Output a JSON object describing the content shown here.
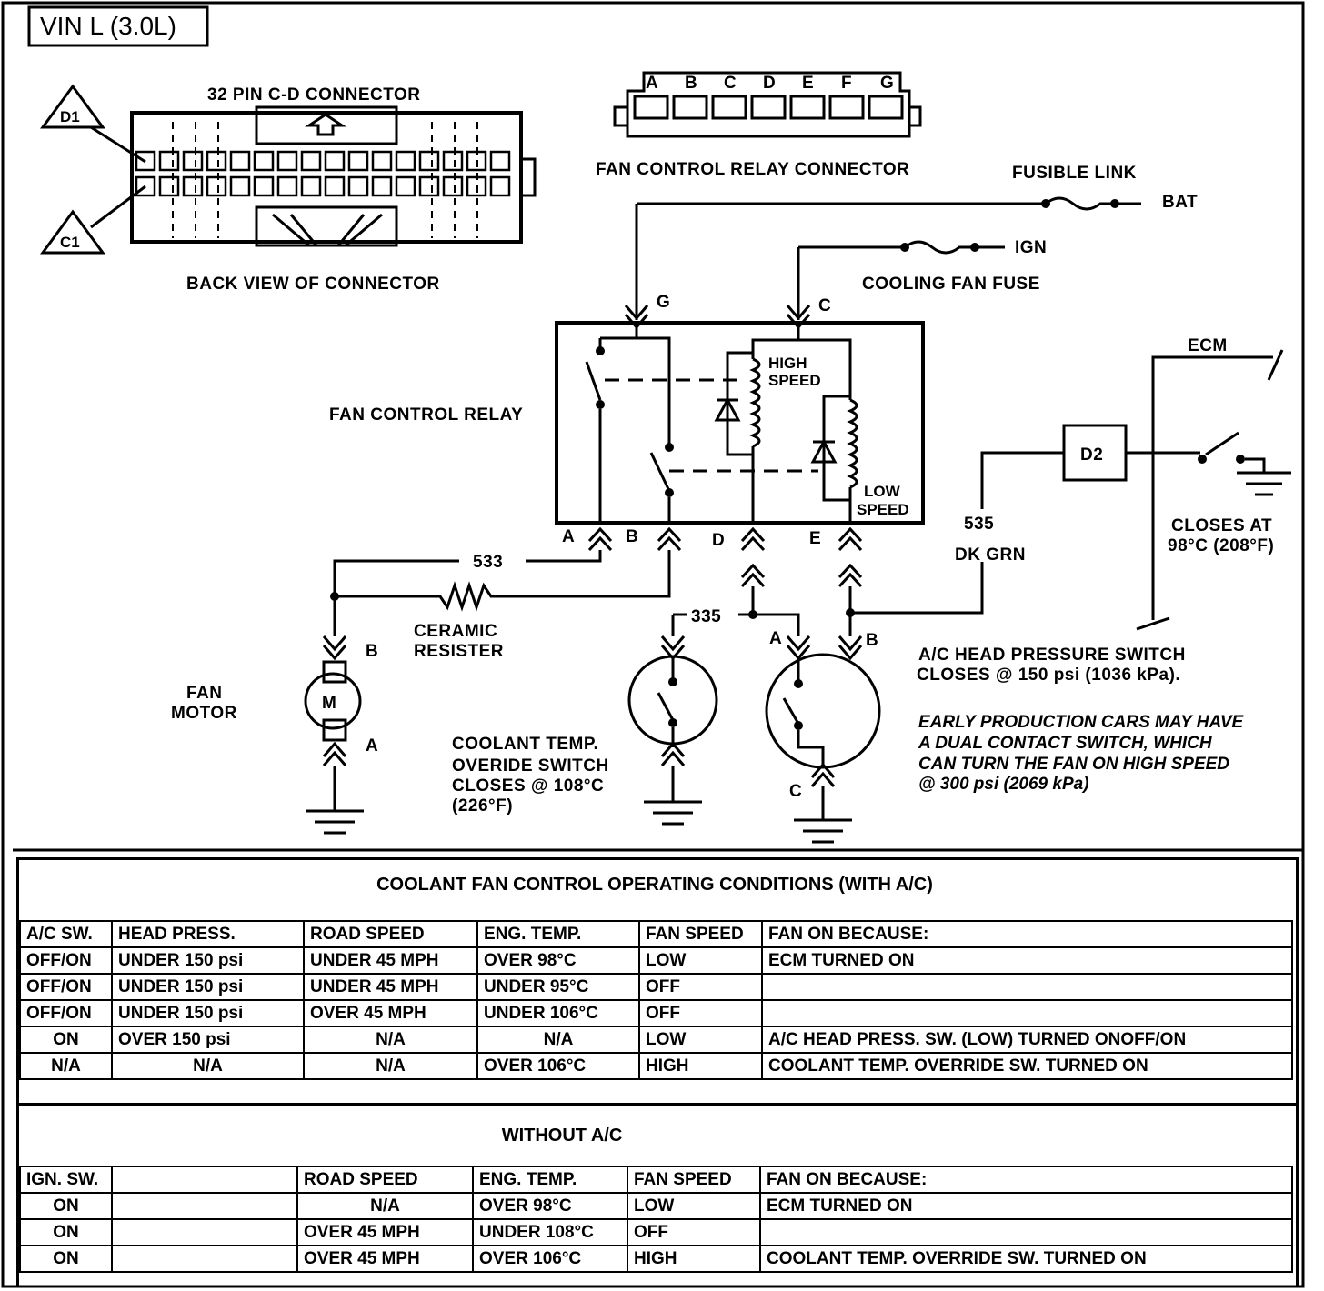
{
  "title": "VIN L (3.0L)",
  "connector": {
    "top_label": "32 PIN C-D  CONNECTOR",
    "bottom_label": "BACK VIEW OF CONNECTOR",
    "pin_d1": "D1",
    "pin_c1": "C1"
  },
  "relay_connector": {
    "label": "FAN CONTROL RELAY CONNECTOR",
    "pins": [
      "A",
      "B",
      "C",
      "D",
      "E",
      "F",
      "G"
    ]
  },
  "labels": {
    "fusible_link": "FUSIBLE LINK",
    "bat": "BAT",
    "ign": "IGN",
    "cooling_fan_fuse": "COOLING FAN FUSE",
    "relay_name": "FAN CONTROL RELAY",
    "high": "HIGH",
    "speed": "SPEED",
    "low": "LOW",
    "pin_g": "G",
    "pin_c": "C",
    "pin_a": "A",
    "pin_b": "B",
    "pin_d": "D",
    "pin_e": "E",
    "wire_533": "533",
    "wire_335": "335",
    "wire_535": "535",
    "dk_grn": "DK GRN",
    "ecm": "ECM",
    "d2": "D2",
    "closes_at_1": "CLOSES AT",
    "closes_at_2": "98°C (208°F)",
    "ceramic": "CERAMIC",
    "resister": "RESISTER",
    "fan": "FAN",
    "motor": "MOTOR",
    "m": "M",
    "motor_b": "B",
    "motor_a": "A",
    "override_1": "COOLANT TEMP.",
    "override_2": "OVERIDE SWITCH",
    "override_3": "CLOSES @ 108°C",
    "override_4": "(226°F)",
    "ac_a": "A",
    "ac_b": "B",
    "ac_c": "C",
    "ac_switch_1": "A/C HEAD PRESSURE SWITCH",
    "ac_switch_2": "CLOSES @ 150 psi (1036 kPa).",
    "early_1": "EARLY PRODUCTION CARS MAY HAVE",
    "early_2": "A  DUAL CONTACT SWITCH, WHICH",
    "early_3": "CAN TURN  THE FAN ON HIGH SPEED",
    "early_4": "@ 300 psi (2069 kPa)"
  },
  "table_ac": {
    "title": "COOLANT FAN CONTROL OPERATING CONDITIONS (WITH A/C)",
    "headers": [
      "A/C SW.",
      "HEAD PRESS.",
      "ROAD SPEED",
      "ENG. TEMP.",
      "FAN SPEED",
      "FAN ON BECAUSE:"
    ],
    "rows": [
      [
        "OFF/ON",
        "UNDER 150 psi",
        "UNDER 45 MPH",
        "OVER 98°C",
        "LOW",
        "ECM TURNED ON"
      ],
      [
        "OFF/ON",
        "UNDER 150 psi",
        "UNDER 45 MPH",
        "UNDER 95°C",
        "OFF",
        ""
      ],
      [
        "OFF/ON",
        "UNDER 150 psi",
        "OVER 45 MPH",
        "UNDER 106°C",
        "OFF",
        ""
      ],
      [
        "ON",
        "OVER  150 psi",
        "N/A",
        "N/A",
        "LOW",
        "A/C HEAD PRESS. SW. (LOW) TURNED ONOFF/ON"
      ],
      [
        "N/A",
        "N/A",
        "N/A",
        "OVER 106°C",
        "HIGH",
        "COOLANT TEMP. OVERRIDE SW. TURNED ON"
      ]
    ]
  },
  "table_noac": {
    "title": "WITHOUT A/C",
    "headers": [
      "IGN. SW.",
      "",
      "ROAD SPEED",
      "ENG. TEMP.",
      "FAN SPEED",
      "FAN ON BECAUSE:"
    ],
    "rows": [
      [
        "ON",
        "",
        "N/A",
        "OVER 98°C",
        "LOW",
        "ECM TURNED ON"
      ],
      [
        "ON",
        "",
        "OVER 45 MPH",
        "UNDER 108°C",
        "OFF",
        ""
      ],
      [
        "ON",
        "",
        "OVER 45 MPH",
        "OVER 106°C",
        "HIGH",
        "COOLANT TEMP. OVERRIDE SW. TURNED ON"
      ]
    ]
  }
}
